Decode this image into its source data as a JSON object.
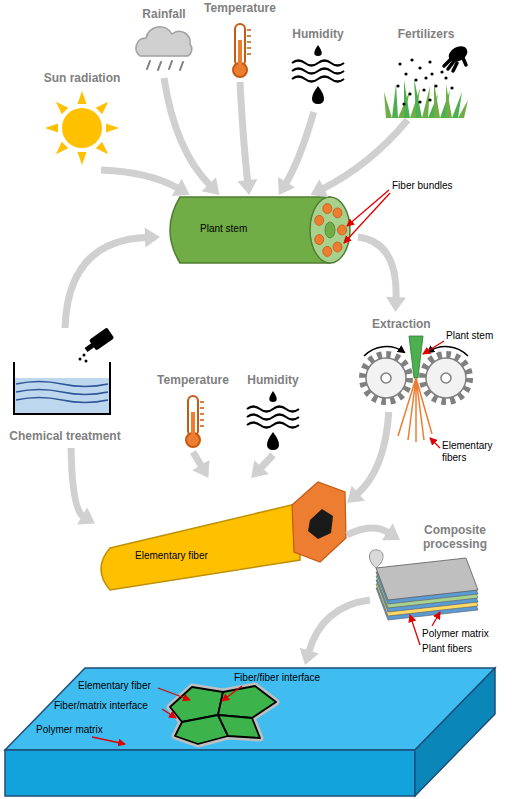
{
  "diagram": {
    "nodes": [
      {
        "text": [
          "Sun radiation"
        ]
      },
      {
        "text": [
          "Rainfall"
        ]
      },
      {
        "text": [
          "Temperature"
        ]
      },
      {
        "text": [
          "Humidity"
        ]
      },
      {
        "text": [
          "Fertilizers"
        ]
      },
      {
        "text": [
          "Plant stem"
        ]
      },
      {
        "text": [
          "Chemical treatment"
        ]
      },
      {
        "text": [
          "Temperature"
        ]
      },
      {
        "text": [
          "Humidity"
        ]
      },
      {
        "text": [
          "Extraction"
        ]
      },
      {
        "text": [
          "Elementary fiber"
        ]
      },
      {
        "text": [
          "Composite processing"
        ]
      }
    ],
    "edges": [
      {
        "from": 0,
        "to": 5,
        "arrow": "to"
      },
      {
        "from": 1,
        "to": 5,
        "arrow": "to"
      },
      {
        "from": 2,
        "to": 5,
        "arrow": "to"
      },
      {
        "from": 3,
        "to": 5,
        "arrow": "to"
      },
      {
        "from": 4,
        "to": 5,
        "arrow": "to"
      },
      {
        "from": 6,
        "to": 5,
        "arrow": "to"
      },
      {
        "from": 5,
        "to": 9,
        "arrow": "to"
      },
      {
        "from": 9,
        "to": 10,
        "arrow": "to"
      },
      {
        "from": 6,
        "to": 10,
        "arrow": "to"
      },
      {
        "from": 7,
        "to": 10,
        "arrow": "to"
      },
      {
        "from": 8,
        "to": 10,
        "arrow": "to"
      },
      {
        "from": 10,
        "to": 11,
        "arrow": "to"
      }
    ],
    "labels": [
      "Fiber bundles",
      "Plant stem",
      "Elementary fibers",
      "Polymer matrix",
      "Plant fibers",
      "Elementary fiber",
      "Fiber/fiber interface",
      "Fiber/matrix interface",
      "Polymer matrix"
    ]
  }
}
